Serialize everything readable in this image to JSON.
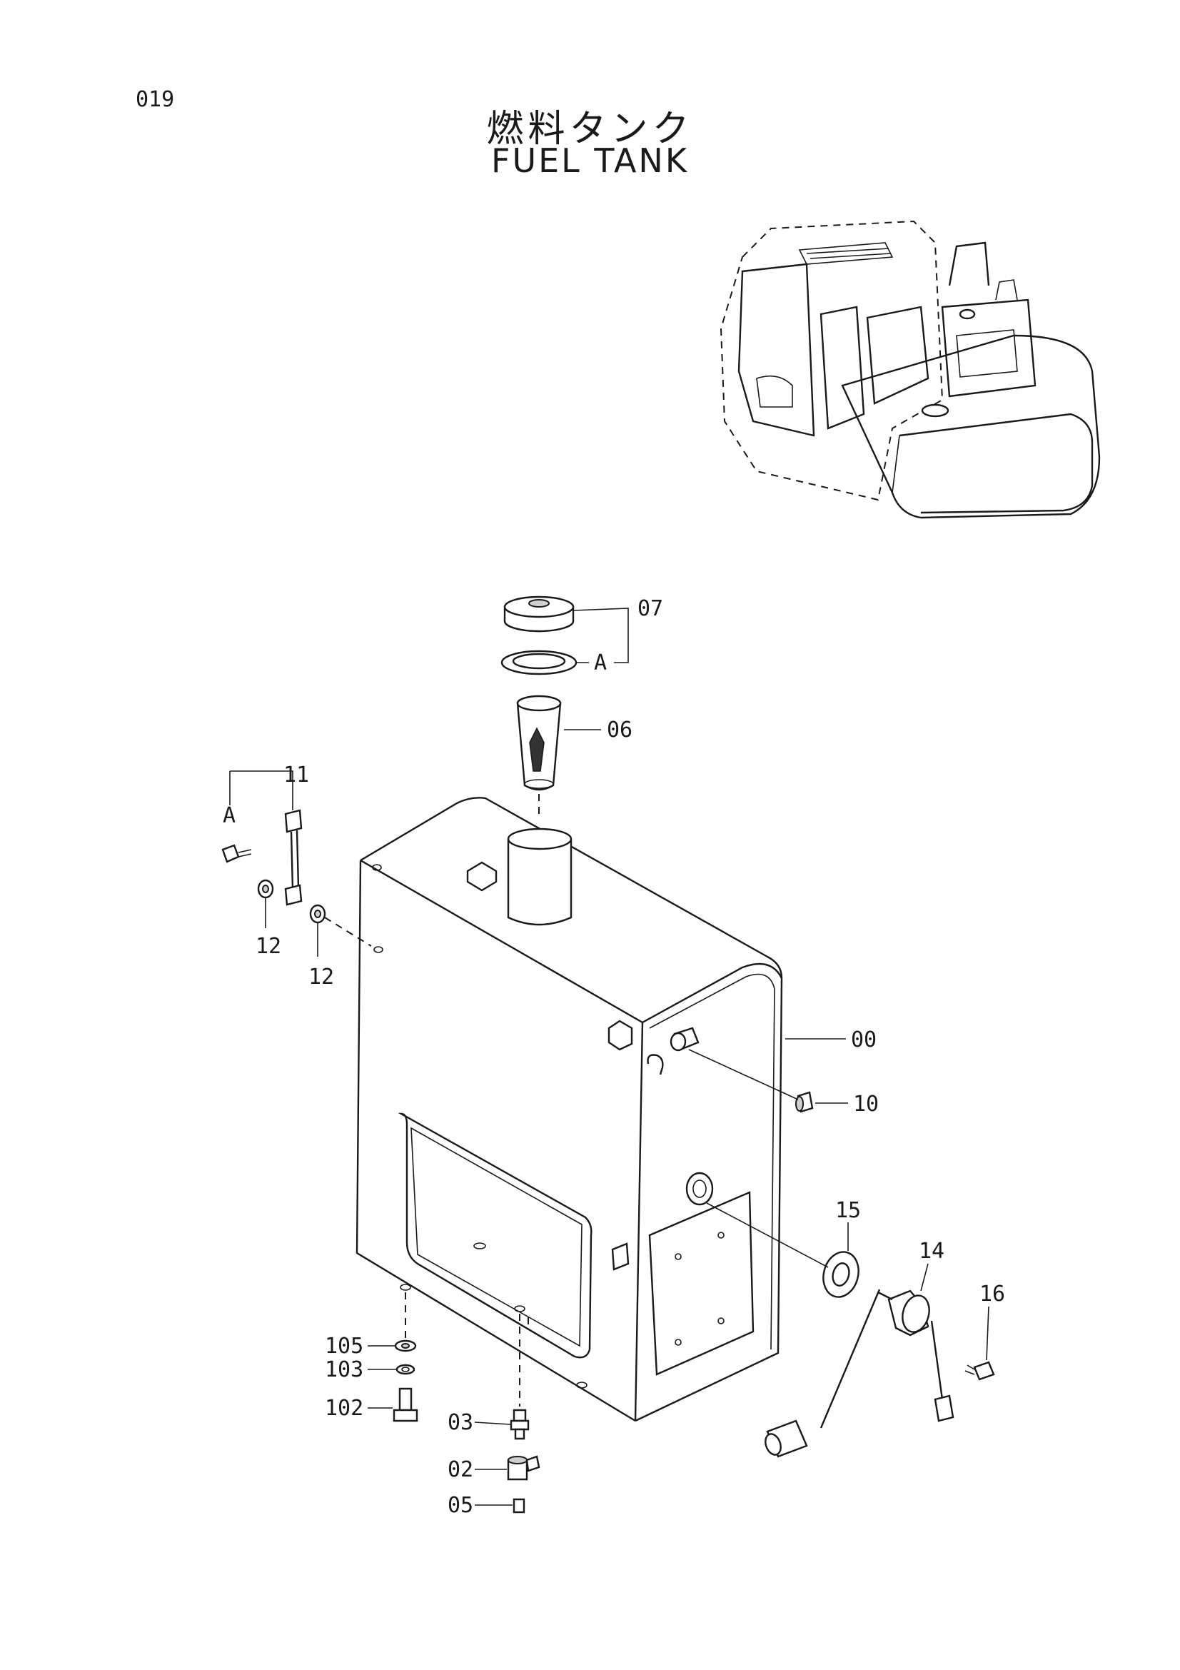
{
  "page_number": "019",
  "title_jp": "燃料タンク",
  "title_en": "FUEL TANK",
  "callouts": {
    "c07": "07",
    "cA_top": "A",
    "c06": "06",
    "c11": "11",
    "cA_left": "A",
    "c12a": "12",
    "c12b": "12",
    "c00": "00",
    "c10": "10",
    "c15": "15",
    "c14": "14",
    "c16": "16",
    "c105": "105",
    "c103": "103",
    "c102": "102",
    "c03": "03",
    "c02": "02",
    "c05": "05"
  }
}
